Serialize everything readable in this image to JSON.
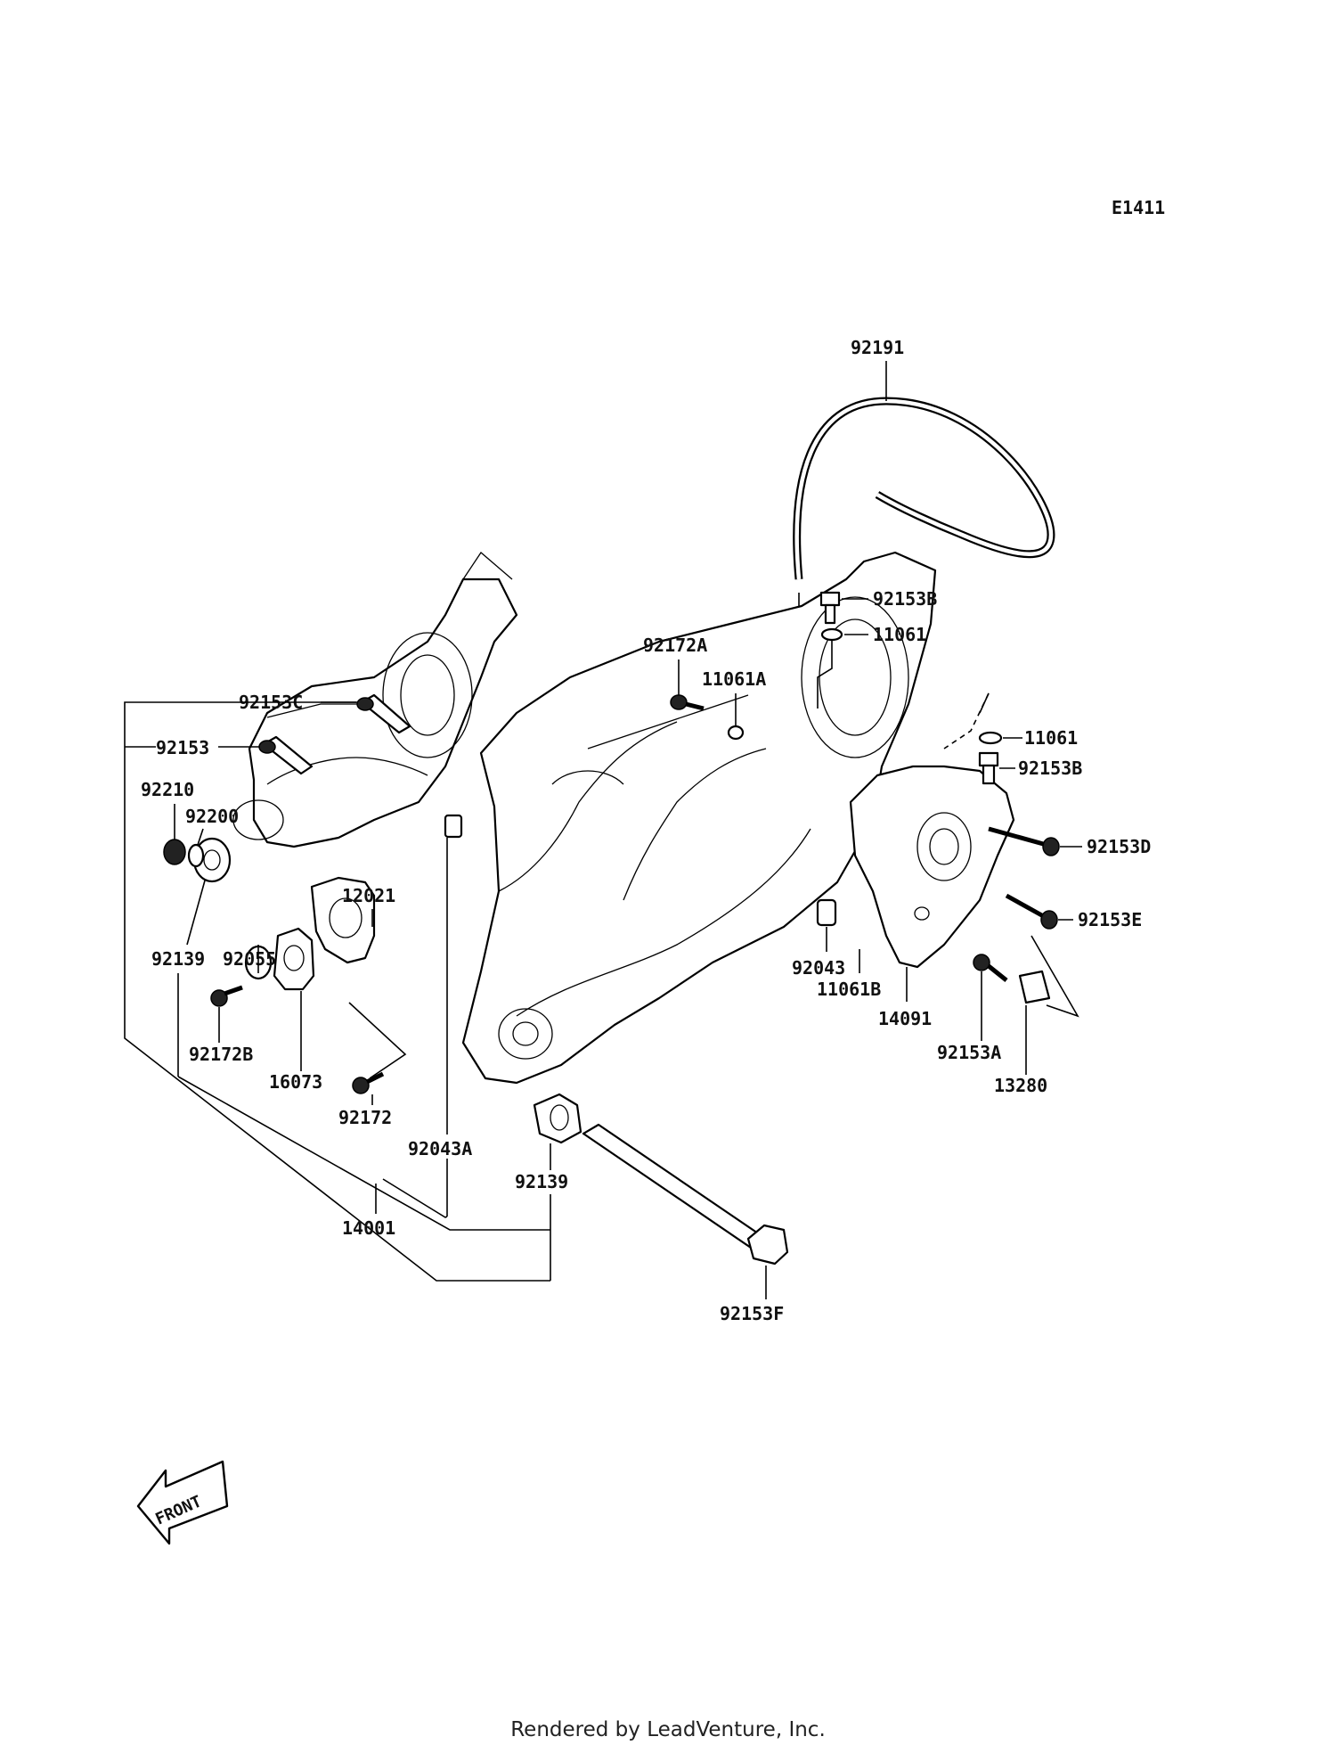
{
  "diagram": {
    "code": "E1411",
    "front_label": "FRONT",
    "parts": {
      "p92191": "92191",
      "p92153B_top": "92153B",
      "p11061_top": "11061",
      "p92172A": "92172A",
      "p11061A": "11061A",
      "p92153C": "92153C",
      "p11061_right": "11061",
      "p92153B_right": "92153B",
      "p92153": "92153",
      "p92210": "92210",
      "p92200": "92200",
      "p92153D": "92153D",
      "p92153E": "92153E",
      "p12021": "12021",
      "p92139_left": "92139",
      "p92055": "92055",
      "p92043": "92043",
      "p11061B": "11061B",
      "p14091": "14091",
      "p92172B": "92172B",
      "p16073": "16073",
      "p92153A": "92153A",
      "p13280": "13280",
      "p92172": "92172",
      "p92043A": "92043A",
      "p92139_bottom": "92139",
      "p14001": "14001",
      "p92153F": "92153F"
    }
  },
  "footer": {
    "credit": "Rendered by LeadVenture, Inc."
  }
}
